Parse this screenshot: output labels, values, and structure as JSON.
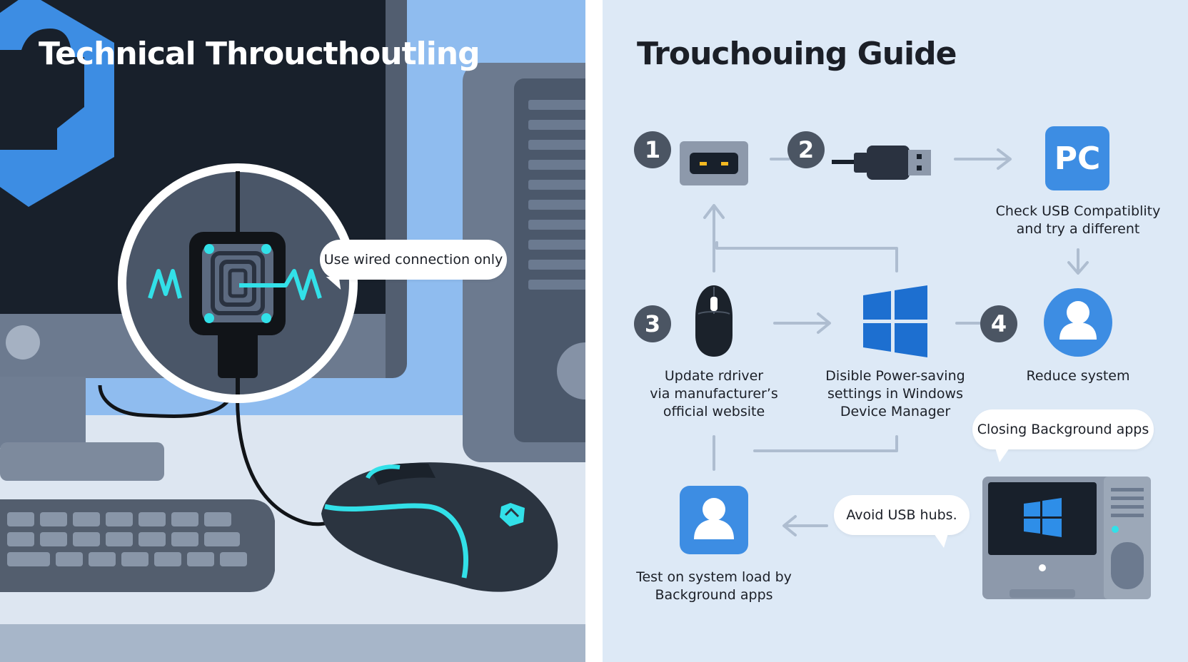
{
  "titles": {
    "left": "Technical Throucthoutling",
    "right": "Trouchouing Guide"
  },
  "callouts": {
    "wired": "Use wired connection only",
    "closing_apps": "Closing Background apps",
    "usb_hubs": "Avoid USB hubs."
  },
  "steps": [
    {
      "number": "1"
    },
    {
      "number": "2"
    },
    {
      "number": "3"
    },
    {
      "number": "4"
    }
  ],
  "pc_tile": "PC",
  "captions": {
    "usb_check": [
      "Check USB Compatiblity",
      "and try a different"
    ],
    "update_driver": [
      "Update rdriver",
      "via manufacturer’s",
      "official website"
    ],
    "power_saving": [
      "Disible Power-saving",
      "settings in Windows",
      "Device Manager"
    ],
    "reduce_system": [
      "Reduce system"
    ],
    "test_load": [
      "Test on system load by",
      "Background apps"
    ]
  },
  "colors": {
    "right_bg": "#dde9f6",
    "left_sky": "#8fbcef",
    "accent_blue": "#3d8de3",
    "accent_cyan": "#32e0e8",
    "dark": "#1b1f27",
    "badge": "#4b5563"
  },
  "icons": [
    "shield-icon",
    "usb-port-icon",
    "usb-cable-icon",
    "pc-icon",
    "mouse-icon",
    "windows-logo-icon",
    "user-icon",
    "desktop-computer-icon"
  ]
}
